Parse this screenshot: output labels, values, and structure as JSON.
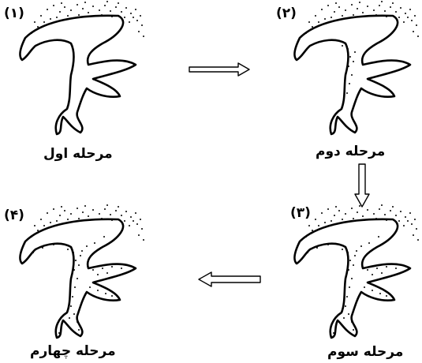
{
  "stages": [
    {
      "number": "(۱)",
      "caption": "مرحله اول"
    },
    {
      "number": "(۲)",
      "caption": "مرحله دوم"
    },
    {
      "number": "(۳)",
      "caption": "مرحله سوم"
    },
    {
      "number": "(۴)",
      "caption": "مرحله چهارم"
    }
  ],
  "colors": {
    "line": "#000000",
    "arrow_fill": "#ffffff",
    "background": "#ffffff"
  }
}
